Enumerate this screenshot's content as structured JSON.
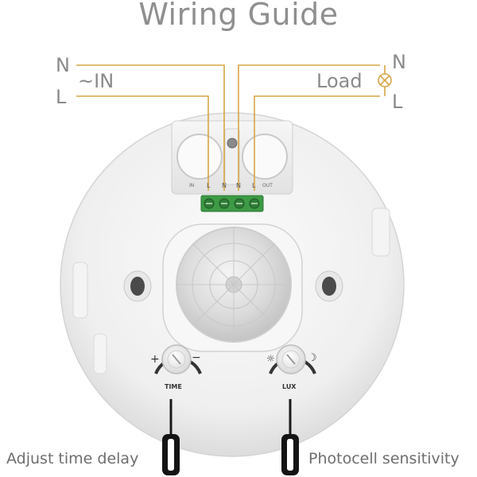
{
  "title": "Wiring Guide",
  "input": {
    "n": "N",
    "label": "~IN",
    "l": "L"
  },
  "output": {
    "n": "N",
    "label": "Load",
    "l": "L"
  },
  "terminals": {
    "in_tag": "IN",
    "out_tag": "OUT",
    "pins": [
      "L",
      "N",
      "N",
      "L"
    ]
  },
  "knobs": [
    {
      "name": "TIME",
      "left_symbol": "+",
      "right_symbol": "−",
      "caption": "Adjust time delay"
    },
    {
      "name": "LUX",
      "left_symbol": "☼",
      "right_symbol": "☽",
      "caption": "Photocell sensitivity"
    }
  ],
  "colors": {
    "wire": "#d6a645",
    "text": "#8a8a8a",
    "terminal": "#3d9a45",
    "body": "#eeeeee"
  },
  "icons": {
    "load": "lamp-icon",
    "tool": "screwdriver-icon"
  }
}
